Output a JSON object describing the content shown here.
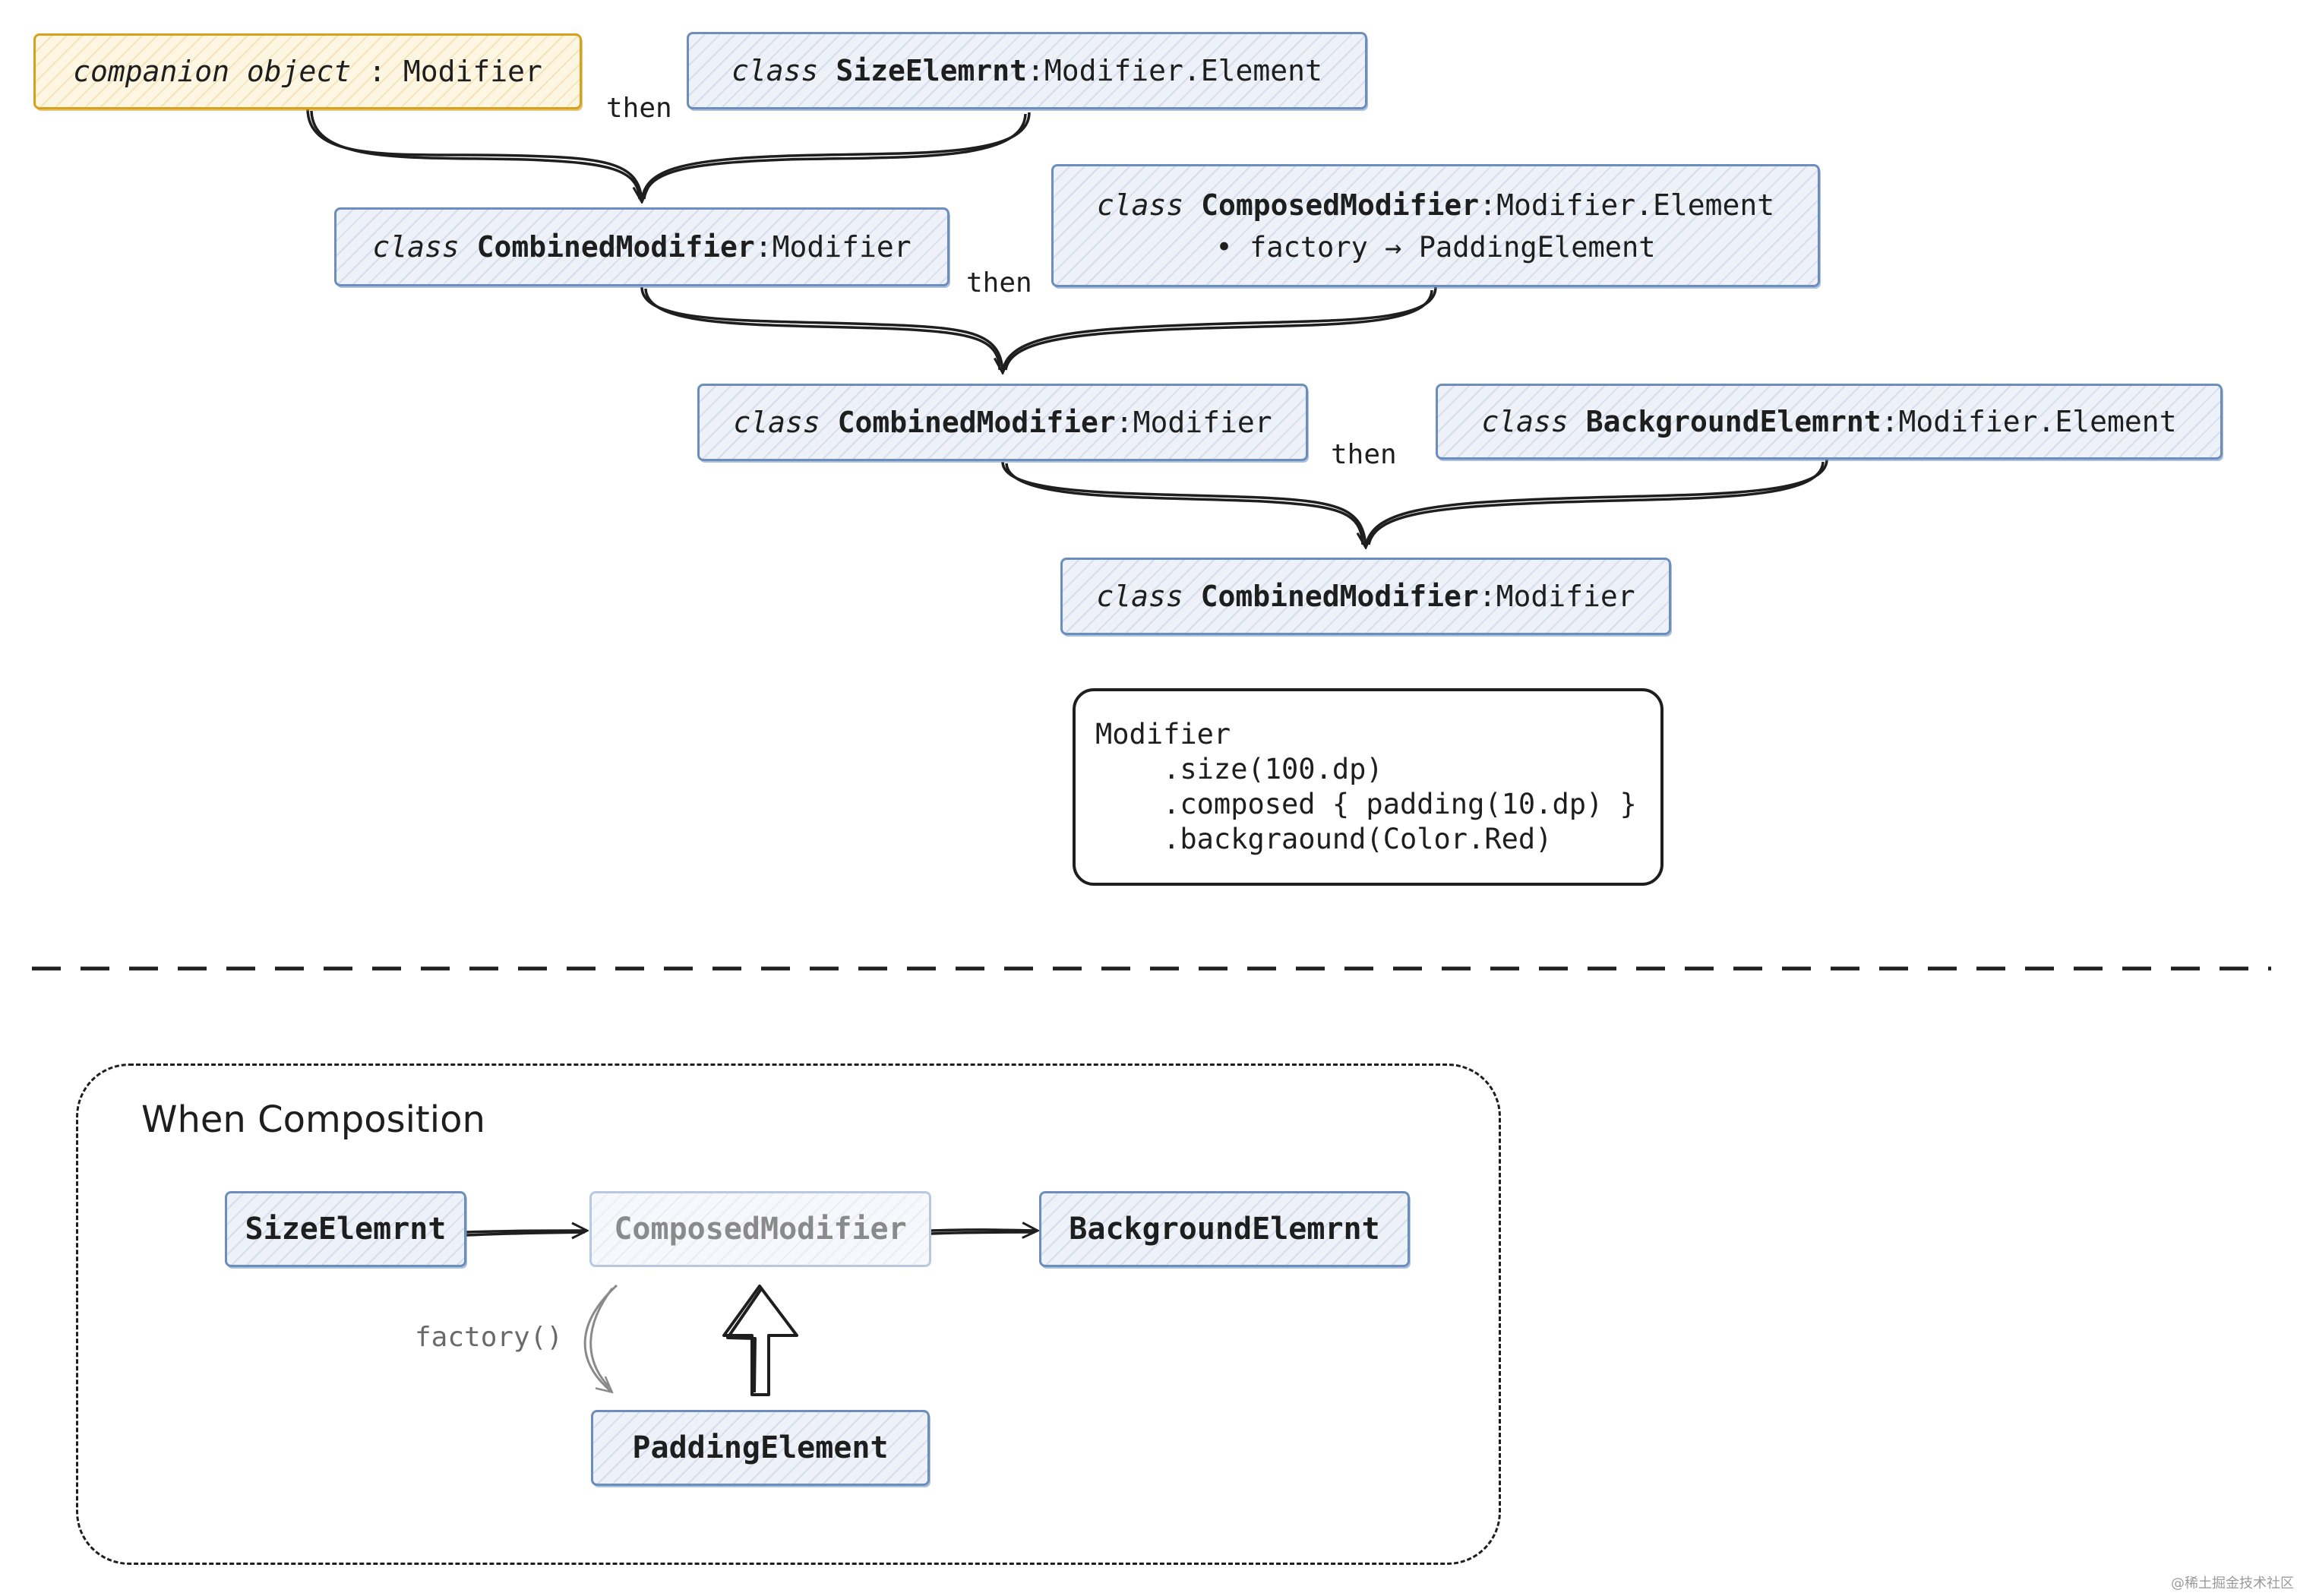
{
  "top_chain": {
    "companion": {
      "kw": "companion object",
      "sep": " : ",
      "type": "Modifier"
    },
    "size_element": {
      "kw": "class ",
      "name": "SizeElemrnt",
      "type": ":Modifier.Element"
    },
    "combined_1": {
      "kw": "class ",
      "name": "CombinedModifier",
      "type": ":Modifier"
    },
    "composed": {
      "kw": "class ",
      "name": "ComposedModifier",
      "type": ":Modifier.Element",
      "bullet": "• factory → PaddingElement"
    },
    "combined_2": {
      "kw": "class ",
      "name": "CombinedModifier",
      "type": ":Modifier"
    },
    "background_element": {
      "kw": "class ",
      "name": "BackgroundElemrnt",
      "type": ":Modifier.Element"
    },
    "combined_3": {
      "kw": "class ",
      "name": "CombinedModifier",
      "type": ":Modifier"
    },
    "then_labels": [
      "then",
      "then",
      "then"
    ]
  },
  "code_snippet": "Modifier\n    .size(100.dp)\n    .composed { padding(10.dp) }\n    .backgraound(Color.Red)",
  "composition": {
    "title": "When Composition",
    "size_element": "SizeElemrnt",
    "composed_modifier": "ComposedModifier",
    "background_element": "BackgroundElemrnt",
    "padding_element": "PaddingElement",
    "factory_label": "factory()"
  },
  "watermark": "@稀土掘金技术社区",
  "colors": {
    "box_stroke": "#6c8ebf",
    "box_fill": "#eef2f8",
    "companion_stroke": "#d6a21e",
    "companion_fill": "#fdf6e3",
    "ink": "#1e1e1e"
  }
}
